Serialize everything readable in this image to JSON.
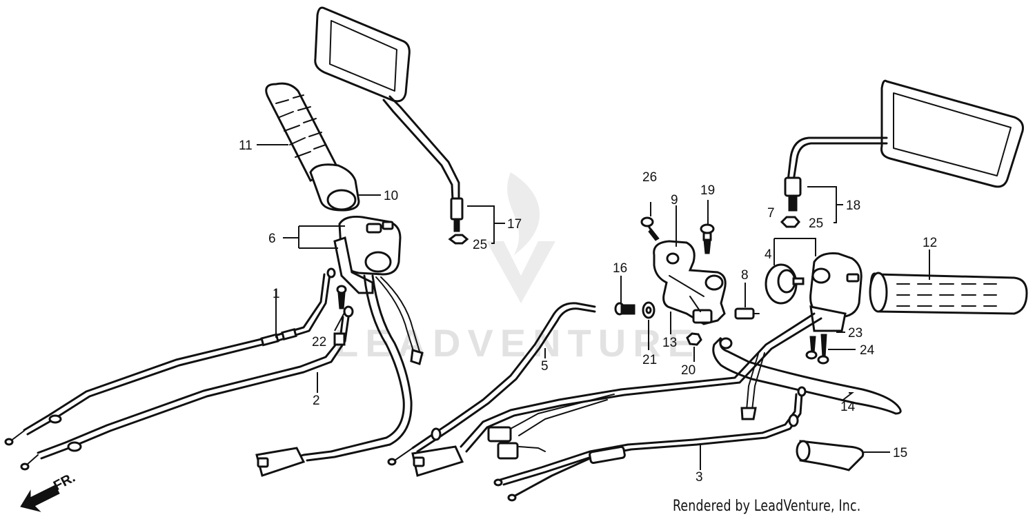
{
  "watermark": {
    "text": "LEADVENTURE"
  },
  "direction_marker": {
    "label": "FR."
  },
  "credit": "Rendered by LeadVenture, Inc.",
  "callouts": [
    {
      "id": "c1",
      "label": "1"
    },
    {
      "id": "c2",
      "label": "2"
    },
    {
      "id": "c3",
      "label": "3"
    },
    {
      "id": "c4",
      "label": "4"
    },
    {
      "id": "c5",
      "label": "5"
    },
    {
      "id": "c6",
      "label": "6"
    },
    {
      "id": "c7",
      "label": "7"
    },
    {
      "id": "c8",
      "label": "8"
    },
    {
      "id": "c9",
      "label": "9"
    },
    {
      "id": "c10",
      "label": "10"
    },
    {
      "id": "c11",
      "label": "11"
    },
    {
      "id": "c12",
      "label": "12"
    },
    {
      "id": "c13",
      "label": "13"
    },
    {
      "id": "c14",
      "label": "14"
    },
    {
      "id": "c15",
      "label": "15"
    },
    {
      "id": "c16",
      "label": "16"
    },
    {
      "id": "c17",
      "label": "17"
    },
    {
      "id": "c18",
      "label": "18"
    },
    {
      "id": "c19",
      "label": "19"
    },
    {
      "id": "c20",
      "label": "20"
    },
    {
      "id": "c21",
      "label": "21"
    },
    {
      "id": "c22",
      "label": "22"
    },
    {
      "id": "c23",
      "label": "23"
    },
    {
      "id": "c24",
      "label": "24"
    },
    {
      "id": "c25a",
      "label": "25"
    },
    {
      "id": "c25b",
      "label": "25"
    },
    {
      "id": "c26",
      "label": "26"
    }
  ]
}
